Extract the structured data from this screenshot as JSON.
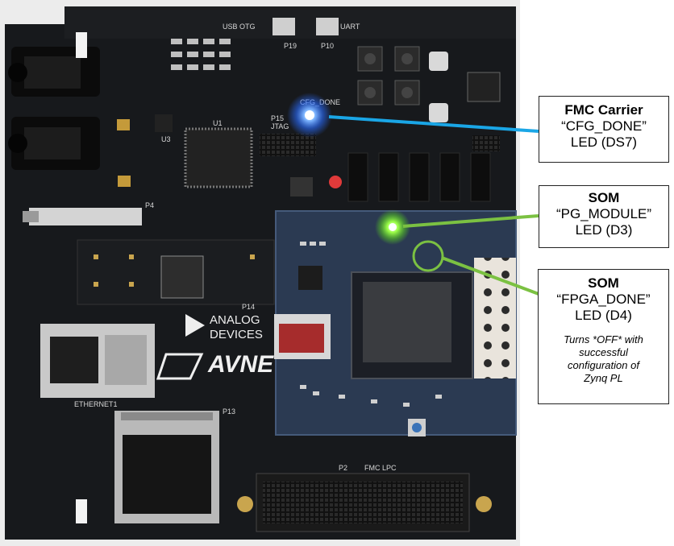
{
  "colors": {
    "board": "#17191c",
    "som": "#2b3a52",
    "blue_led": "#3d8bff",
    "green_led": "#8dff3a",
    "callout_blue": "#1aa6e6",
    "callout_green": "#7bc142"
  },
  "board_silkscreen": {
    "usb_otg": "USB OTG",
    "uart": "UART",
    "cfg_done": "CFG_DONE",
    "jtag_id": "P15",
    "jtag": "JTAG",
    "u1": "U1",
    "u3": "U3",
    "p4": "P4",
    "p14": "P14",
    "p13": "P13",
    "p2": "P2",
    "fmc_lpc": "FMC LPC",
    "ethernet": "ETHERNET1",
    "analog_line1": "ANALOG",
    "analog_line2": "DEVICES",
    "avnet": "AVNET",
    "p19": "P19",
    "p10": "P10"
  },
  "callouts": {
    "cfg": {
      "title": "FMC Carrier",
      "line1": "“CFG_DONE”",
      "line2": "LED (DS7)"
    },
    "pg": {
      "title": "SOM",
      "line1": "“PG_MODULE”",
      "line2": "LED (D3)"
    },
    "fpga": {
      "title": "SOM",
      "line1": "“FPGA_DONE”",
      "line2": "LED (D4)",
      "note": [
        "Turns *OFF* with",
        "successful",
        "configuration of",
        "Zynq PL"
      ]
    }
  }
}
